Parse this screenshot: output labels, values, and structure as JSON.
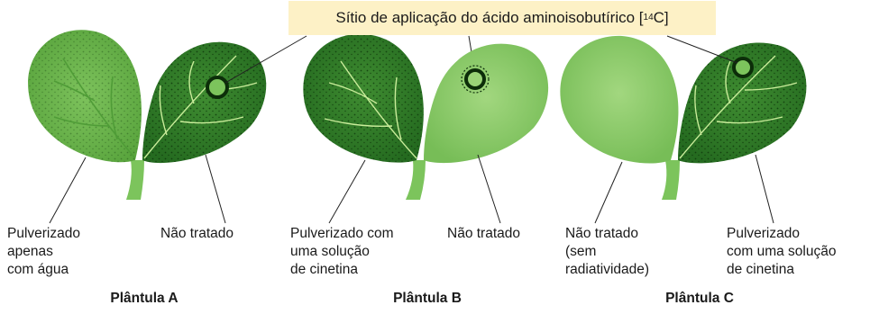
{
  "callout": {
    "text": "Sítio de aplicação do ácido aminoisobutírico  [",
    "isotope_mass": "14",
    "isotope_symbol": "C]"
  },
  "seedlings": [
    {
      "caption": "Plântula A",
      "left_leaf": {
        "label_lines": [
          "Pulverizado",
          "apenas",
          "com água"
        ]
      },
      "right_leaf": {
        "label_lines": [
          "Não tratado"
        ]
      }
    },
    {
      "caption": "Plântula B",
      "left_leaf": {
        "label_lines": [
          "Pulverizado com",
          "uma solução",
          "de cinetina"
        ]
      },
      "right_leaf": {
        "label_lines": [
          "Não tratado"
        ]
      }
    },
    {
      "caption": "Plântula C",
      "left_leaf": {
        "label_lines": [
          "Não tratado",
          "(sem",
          "radiatividade)"
        ]
      },
      "right_leaf": {
        "label_lines": [
          "Pulverizado",
          "com uma solução",
          "de cinetina"
        ]
      }
    }
  ],
  "colors": {
    "leaf_light": "#8fce6c",
    "leaf_dark": "#2f7a27",
    "vein_dark": "#14420f",
    "stem": "#7cc45c",
    "callout_bg": "#fdf1c6"
  }
}
